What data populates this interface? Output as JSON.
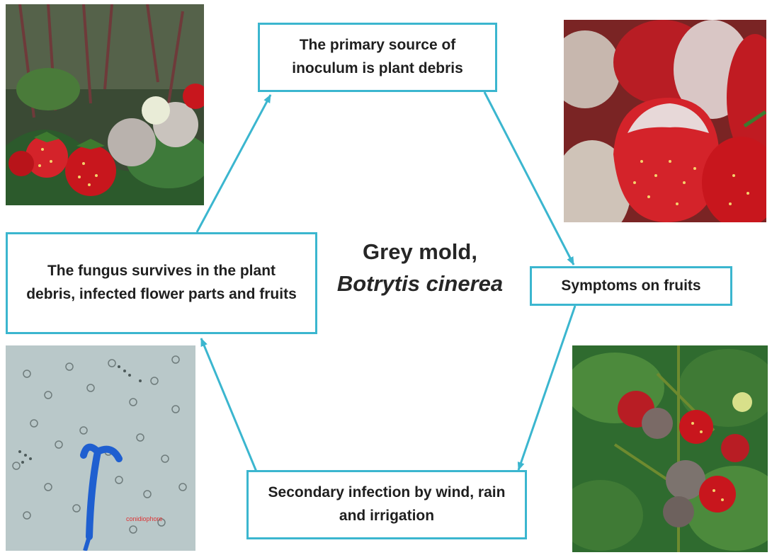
{
  "diagram": {
    "center": {
      "common_name": "Grey mold,",
      "scientific_name": "Botrytis cinerea"
    },
    "stages": [
      {
        "id": "primary",
        "text": "The primary source of inoculum is plant debris"
      },
      {
        "id": "symptoms",
        "text": "Symptoms on fruits"
      },
      {
        "id": "secondary",
        "text": "Secondary infection by wind, rain and irrigation"
      },
      {
        "id": "survival",
        "text": "The fungus survives in the plant debris, infected flower parts and fruits"
      }
    ],
    "micrograph_label": "conidiophore",
    "colors": {
      "accent": "#3bb6cf",
      "fruit_red": "#c8161d",
      "mold_grey": "#b9b2ad",
      "leaf_green": "#2f6b2f",
      "micrograph_bg": "#b9c8c9",
      "stain_blue": "#1f5fd0"
    }
  }
}
